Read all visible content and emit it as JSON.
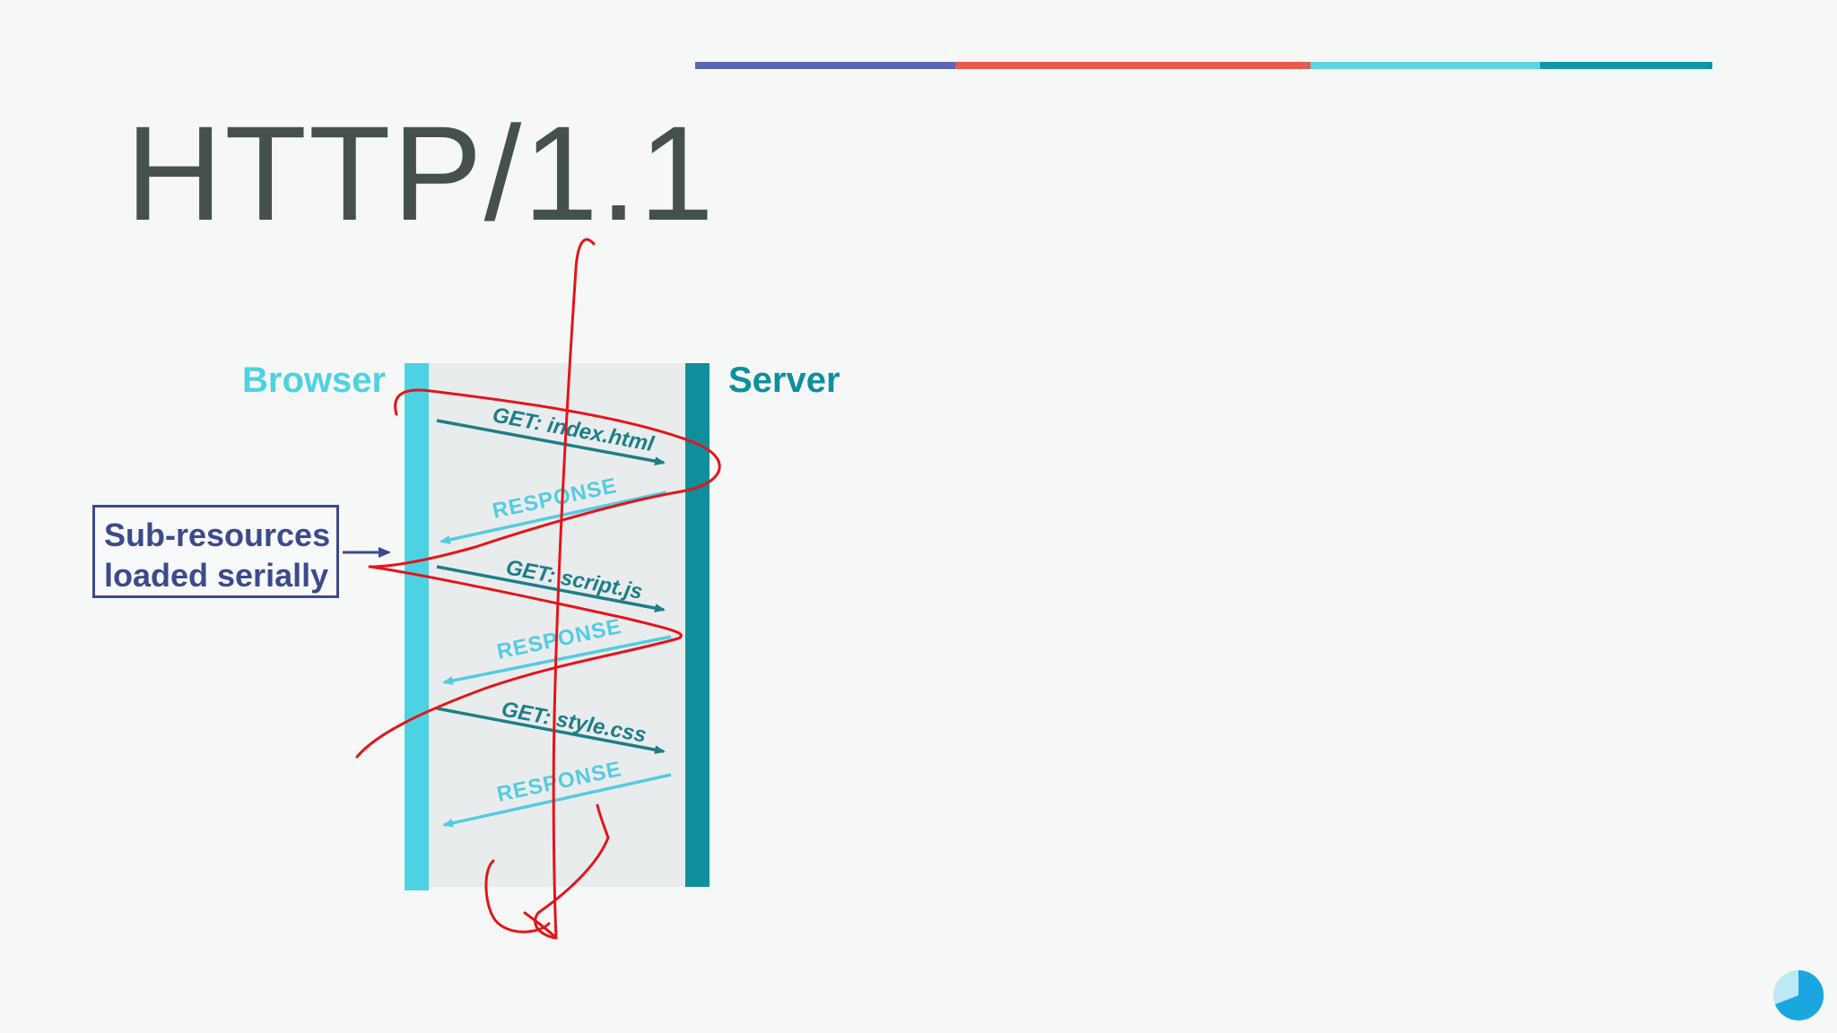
{
  "slide": {
    "title": "HTTP/1.1",
    "accent_colors": {
      "indigo": "#5c64b4",
      "coral": "#e9594c",
      "cyan": "#5fd3df",
      "teal": "#0f97a4",
      "browser": "#4dd2e3",
      "server": "#0e8f9d",
      "get_text": "#1d7e88",
      "response_text": "#55cbe0",
      "note": "#3c4a8c",
      "ink": "#e4141a"
    }
  },
  "diagram": {
    "browser_label": "Browser",
    "server_label": "Server",
    "note": {
      "line1": "Sub-resources",
      "line2": "loaded serially"
    },
    "messages": [
      {
        "text": "GET: index.html",
        "direction": "browser-to-server"
      },
      {
        "text": "RESPONSE",
        "direction": "server-to-browser"
      },
      {
        "text": "GET: script.js",
        "direction": "browser-to-server"
      },
      {
        "text": "RESPONSE",
        "direction": "server-to-browser"
      },
      {
        "text": "GET: style.css",
        "direction": "browser-to-server"
      },
      {
        "text": "RESPONSE",
        "direction": "server-to-browser"
      }
    ]
  },
  "controls": {
    "progress_icon": "pie-progress-icon"
  }
}
